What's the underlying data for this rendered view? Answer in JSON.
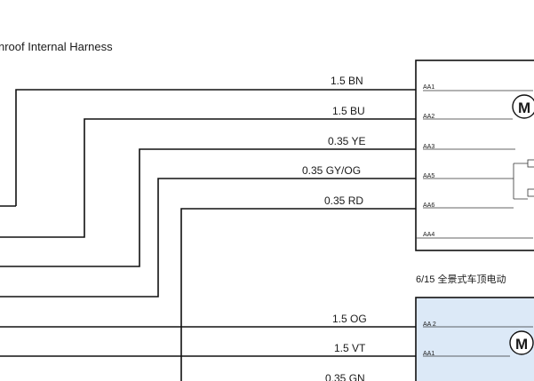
{
  "header": {
    "title": "nroof Internal Harness"
  },
  "connector_top": {
    "caption": "6/15 全景式车顶电动",
    "motor_label": "M",
    "wires": [
      {
        "spec": "1.5 BN",
        "pin": "AA1"
      },
      {
        "spec": "1.5 BU",
        "pin": "AA2"
      },
      {
        "spec": "0.35 YE",
        "pin": "AA3"
      },
      {
        "spec": "0.35 GY/OG",
        "pin": "AA5"
      },
      {
        "spec": "0.35 RD",
        "pin": "AA6"
      },
      {
        "spec": "",
        "pin": "AA4"
      }
    ]
  },
  "connector_bottom": {
    "motor_label": "M",
    "fill_color": "#dce9f7",
    "wires": [
      {
        "spec": "1.5 OG",
        "pin": "AA 2"
      },
      {
        "spec": "1.5 VT",
        "pin": "AA1"
      },
      {
        "spec": "0.35 GN",
        "pin": ""
      }
    ]
  }
}
